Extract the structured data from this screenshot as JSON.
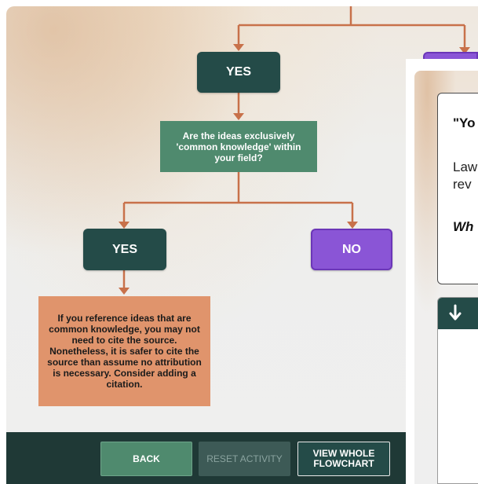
{
  "flowchart": {
    "yes_top": "YES",
    "question": "Are the ideas exclusively 'common knowledge' within your field?",
    "yes_left": "YES",
    "no_right": "NO",
    "result": "If you reference ideas that are common knowledge, you may not need to cite the source. Nonetheless, it is safer to cite the source than assume no attribution is necessary. Consider adding a citation."
  },
  "controls": {
    "back_label": "BACK",
    "reset_label": "RESET ACTIVITY",
    "view_label": "VIEW WHOLE FLOWCHART"
  },
  "popup": {
    "quote_fragment": "\"Yo",
    "line1_fragment": "Law",
    "line2_fragment": "rev",
    "emphasis_fragment": "Wh"
  },
  "colors": {
    "dark_teal": "#244b48",
    "question_green": "#4f8a6e",
    "result_orange": "#e0946c",
    "no_purple": "#8a55d6",
    "connector": "#c8714a",
    "bar": "#1f3936"
  }
}
